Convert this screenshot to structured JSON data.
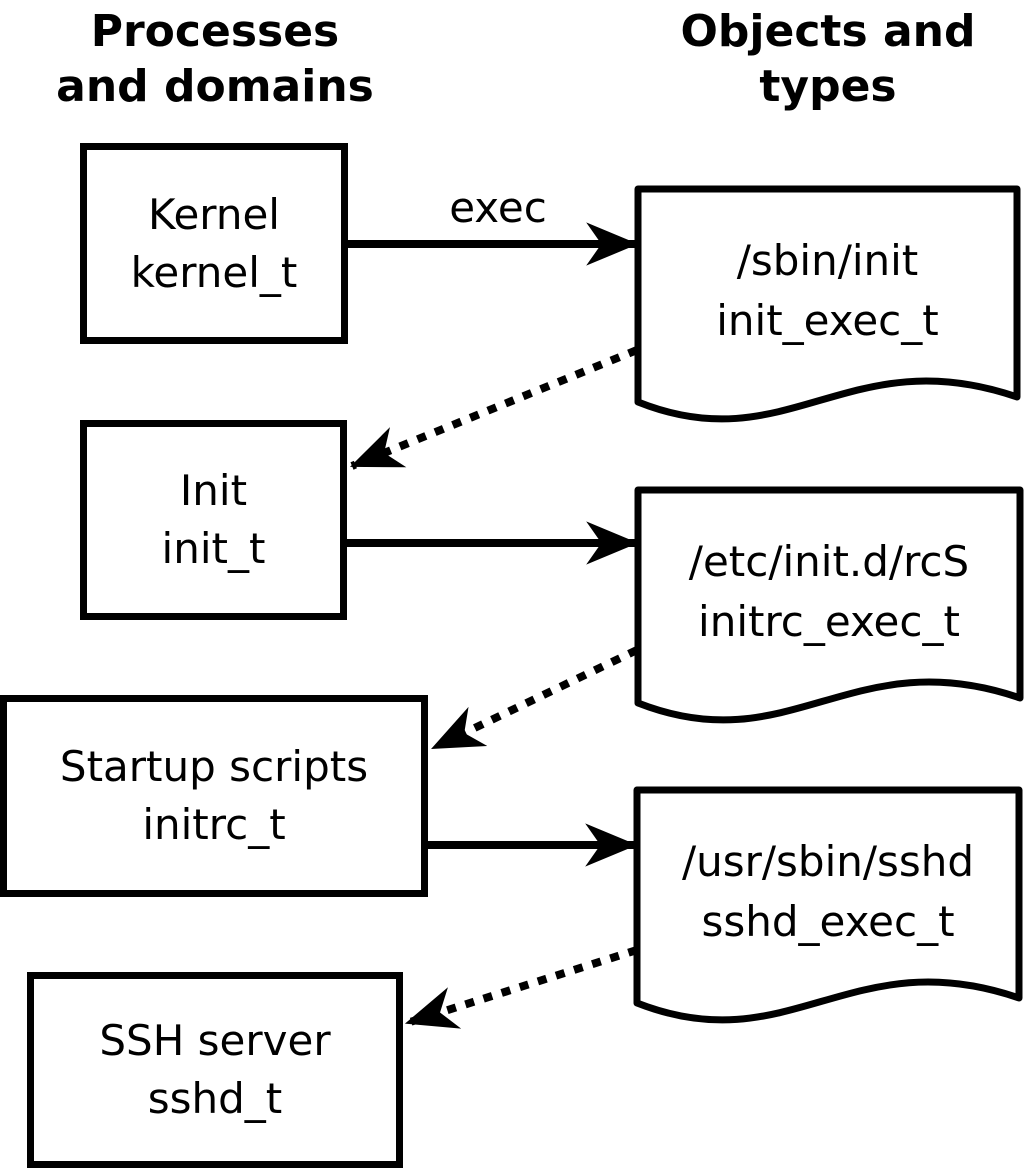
{
  "diagram": {
    "left_heading": {
      "line1": "Processes",
      "line2": "and domains"
    },
    "right_heading": {
      "line1": "Objects and",
      "line2": "types"
    },
    "processes": [
      {
        "name": "Kernel",
        "type": "kernel_t"
      },
      {
        "name": "Init",
        "type": "init_t"
      },
      {
        "name": "Startup scripts",
        "type": "initrc_t"
      },
      {
        "name": "SSH server",
        "type": "sshd_t"
      }
    ],
    "objects": [
      {
        "path": "/sbin/init",
        "type": "init_exec_t"
      },
      {
        "path": "/etc/init.d/rcS",
        "type": "initrc_exec_t"
      },
      {
        "path": "/usr/sbin/sshd",
        "type": "sshd_exec_t"
      }
    ],
    "edges": [
      {
        "from": "kernel_t",
        "to": "init_exec_t",
        "style": "solid",
        "label": "exec"
      },
      {
        "from": "init_exec_t",
        "to": "init_t",
        "style": "dotted",
        "label": ""
      },
      {
        "from": "init_t",
        "to": "initrc_exec_t",
        "style": "solid",
        "label": ""
      },
      {
        "from": "initrc_exec_t",
        "to": "initrc_t",
        "style": "dotted",
        "label": ""
      },
      {
        "from": "initrc_t",
        "to": "sshd_exec_t",
        "style": "solid",
        "label": ""
      },
      {
        "from": "sshd_exec_t",
        "to": "sshd_t",
        "style": "dotted",
        "label": ""
      }
    ],
    "colors": {
      "stroke": "#000000",
      "fill": "#ffffff",
      "text": "#000000"
    }
  }
}
